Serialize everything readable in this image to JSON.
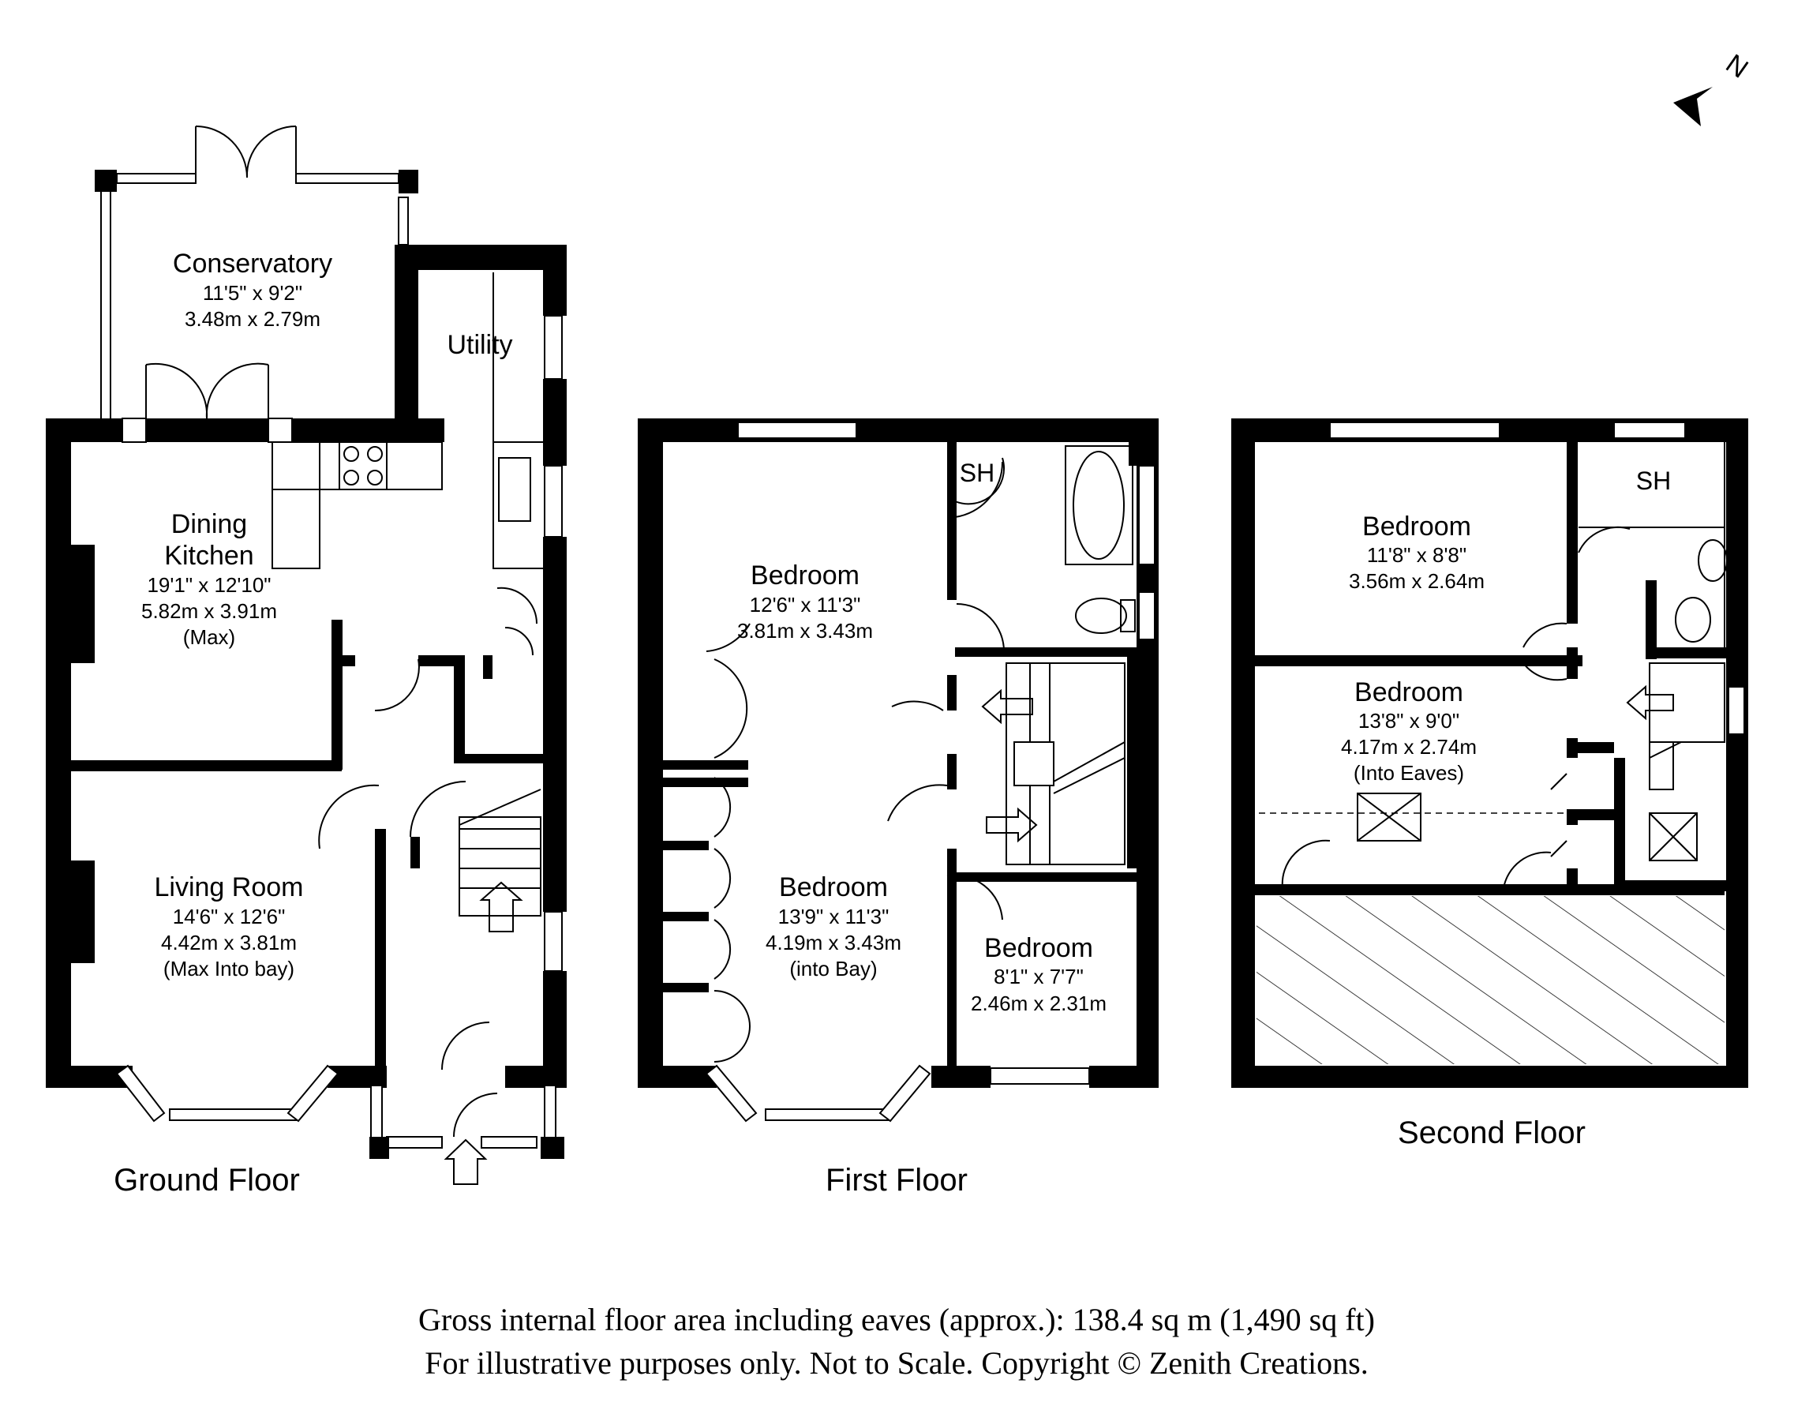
{
  "floors": [
    {
      "title": "Ground Floor",
      "rooms": [
        {
          "name": "Conservatory",
          "imperial": "11'5\" x 9'2\"",
          "metric": "3.48m x 2.79m",
          "note": ""
        },
        {
          "name": "Utility",
          "imperial": "",
          "metric": "",
          "note": ""
        },
        {
          "name": "Dining",
          "name2": "Kitchen",
          "imperial": "19'1\" x 12'10\"",
          "metric": "5.82m x 3.91m",
          "note": "(Max)"
        },
        {
          "name": "Living Room",
          "imperial": "14'6\" x 12'6\"",
          "metric": "4.42m x 3.81m",
          "note": "(Max Into bay)"
        }
      ]
    },
    {
      "title": "First Floor",
      "rooms": [
        {
          "name": "Bedroom",
          "imperial": "12'6\" x 11'3\"",
          "metric": "3.81m x 3.43m",
          "note": ""
        },
        {
          "name": "Bedroom",
          "imperial": "13'9\" x 11'3\"",
          "metric": "4.19m x 3.43m",
          "note": "(into Bay)"
        },
        {
          "name": "Bedroom",
          "imperial": "8'1\" x 7'7\"",
          "metric": "2.46m x 2.31m",
          "note": ""
        },
        {
          "name": "SH"
        }
      ]
    },
    {
      "title": "Second Floor",
      "rooms": [
        {
          "name": "Bedroom",
          "imperial": "11'8\" x 8'8\"",
          "metric": "3.56m x 2.64m",
          "note": ""
        },
        {
          "name": "Bedroom",
          "imperial": "13'8\" x 9'0\"",
          "metric": "4.17m x 2.74m",
          "note": "(Into Eaves)"
        },
        {
          "name": "SH"
        }
      ]
    }
  ],
  "compass": {
    "label": "N"
  },
  "footer": {
    "line1": "Gross internal floor area including eaves (approx.): 138.4 sq m (1,490 sq ft)",
    "line2": "For illustrative purposes only. Not to Scale. Copyright © Zenith Creations."
  }
}
